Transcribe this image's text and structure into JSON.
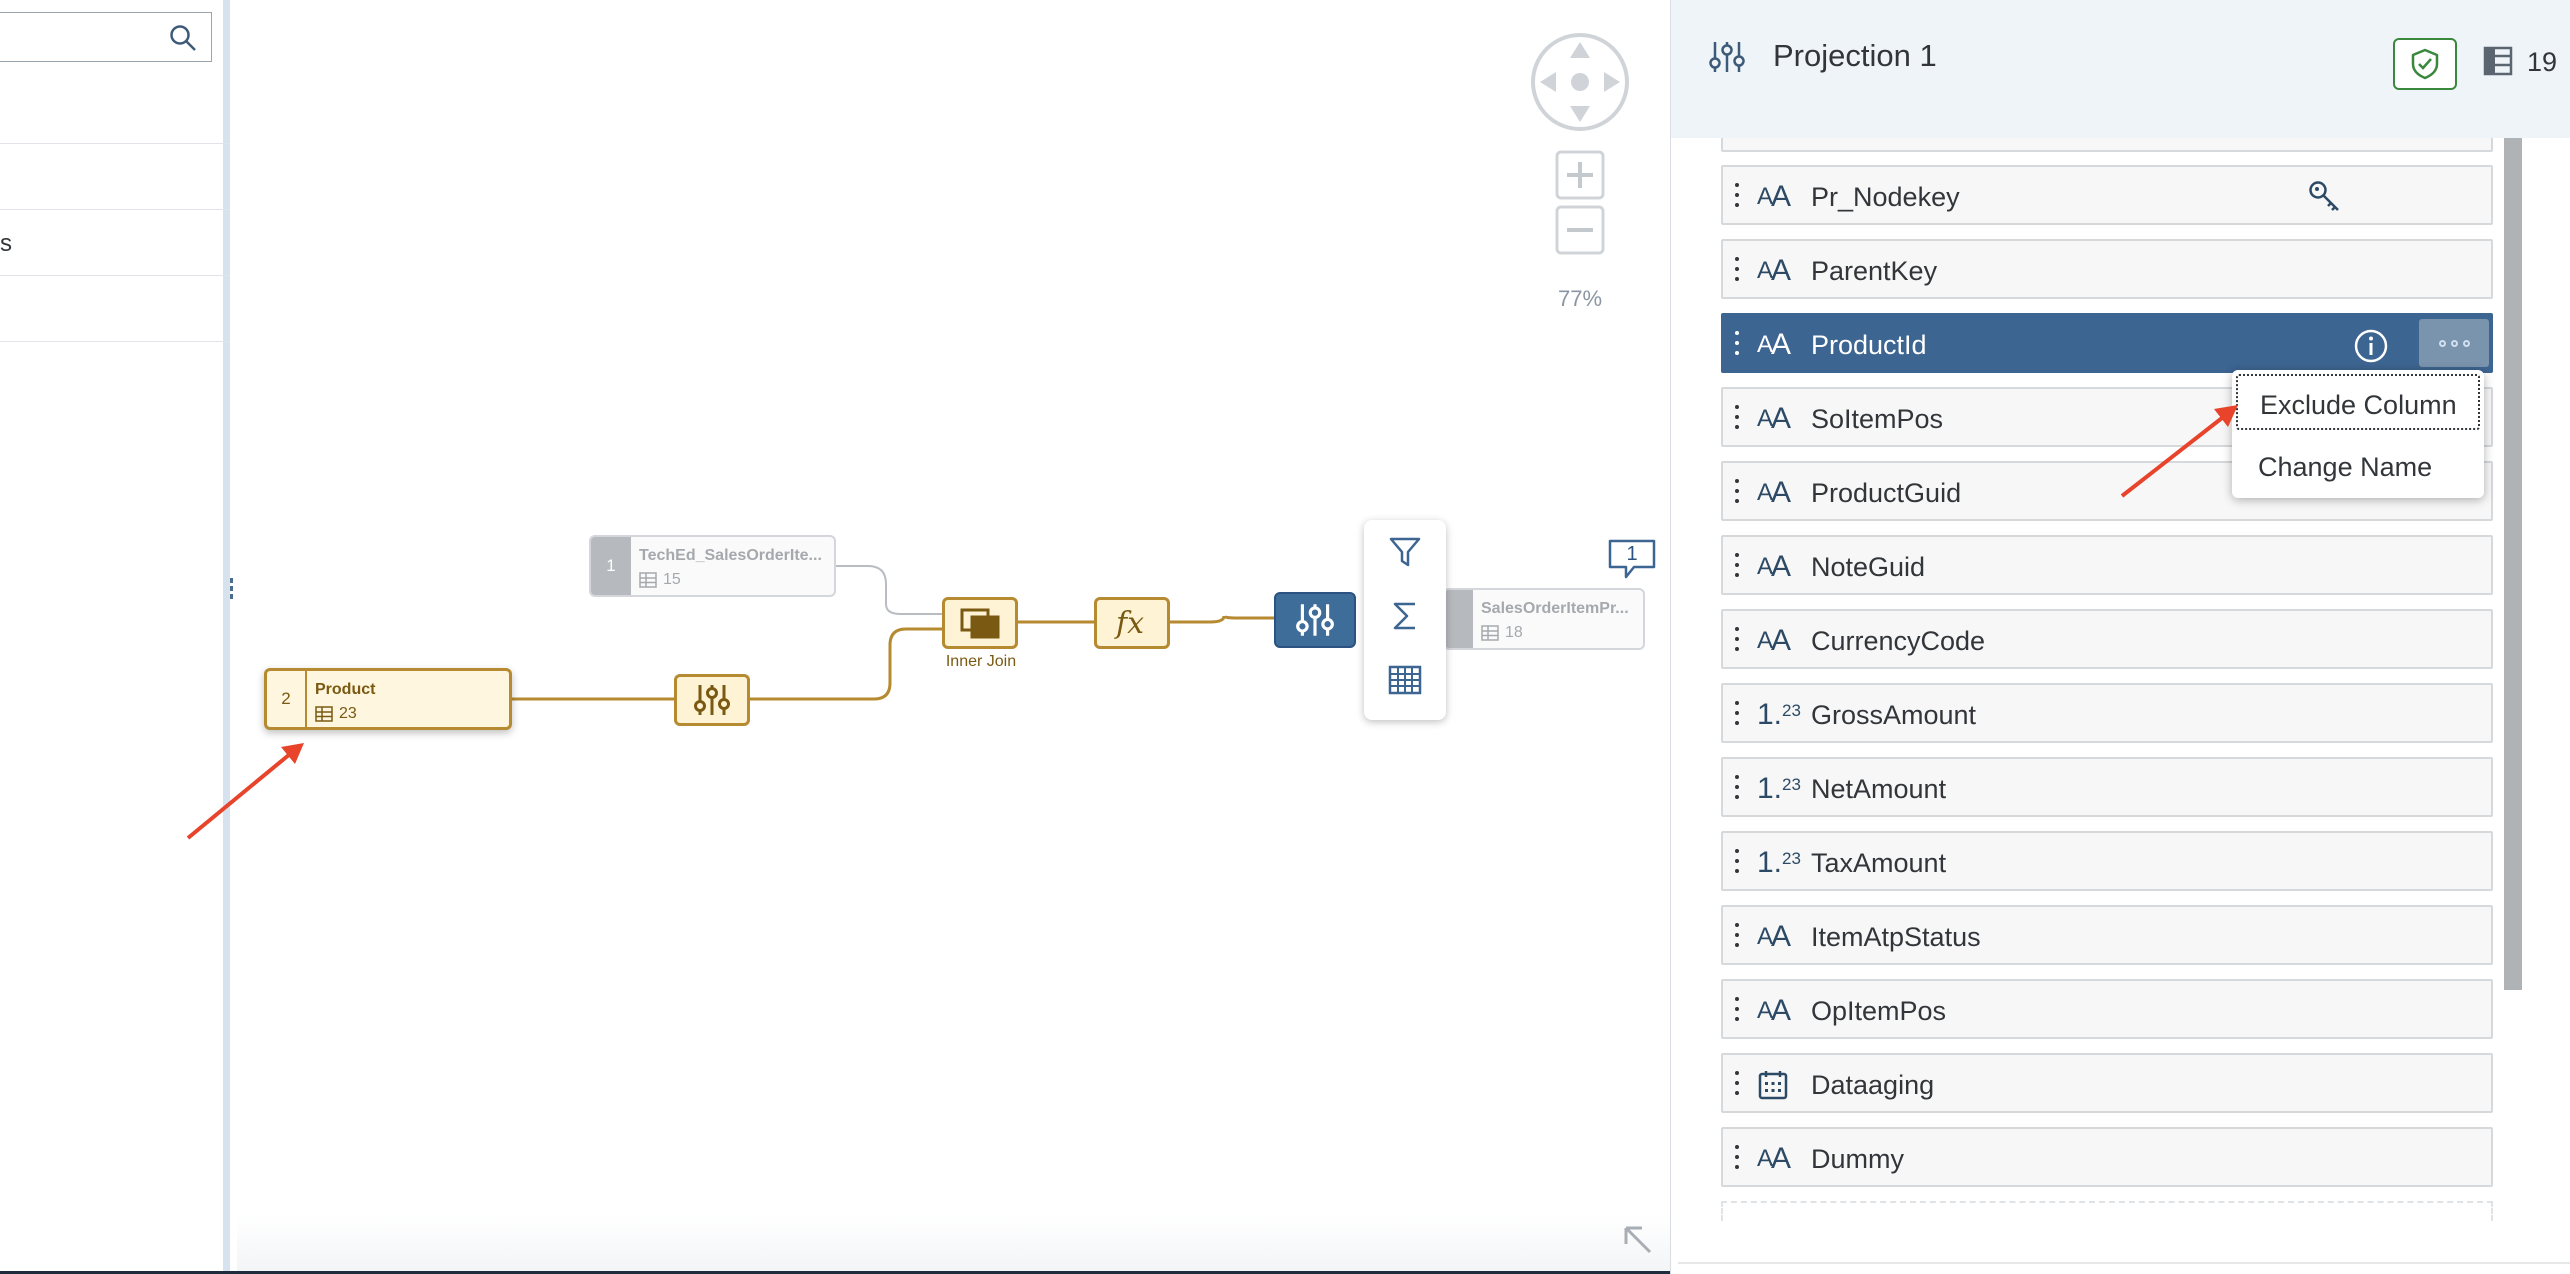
{
  "left_panel": {
    "rows": [
      "",
      "",
      "s",
      ""
    ]
  },
  "canvas": {
    "zoom_level": "77%",
    "nodes": {
      "teched": {
        "index": "1",
        "title": "TechEd_SalesOrderIte...",
        "count": "15"
      },
      "product": {
        "index": "2",
        "title": "Product",
        "count": "23"
      },
      "sales": {
        "index": "",
        "title": "SalesOrderItemPr...",
        "count": "18"
      }
    },
    "join_label": "Inner Join",
    "comment_count": "1"
  },
  "right_panel": {
    "title": "Projection 1",
    "column_count": "19",
    "columns": [
      {
        "name": "Pr_Nodekey",
        "type": "string",
        "key": true
      },
      {
        "name": "ParentKey",
        "type": "string"
      },
      {
        "name": "ProductId",
        "type": "string",
        "selected": true
      },
      {
        "name": "SoItemPos",
        "type": "string"
      },
      {
        "name": "ProductGuid",
        "type": "string"
      },
      {
        "name": "NoteGuid",
        "type": "string"
      },
      {
        "name": "CurrencyCode",
        "type": "string"
      },
      {
        "name": "GrossAmount",
        "type": "number"
      },
      {
        "name": "NetAmount",
        "type": "number"
      },
      {
        "name": "TaxAmount",
        "type": "number"
      },
      {
        "name": "ItemAtpStatus",
        "type": "string"
      },
      {
        "name": "OpItemPos",
        "type": "string"
      },
      {
        "name": "Dataaging",
        "type": "date"
      },
      {
        "name": "Dummy",
        "type": "string"
      }
    ],
    "context_menu": {
      "exclude_label": "Exclude Column",
      "rename_label": "Change Name"
    }
  },
  "colors": {
    "node_gold": "#b68a30",
    "selected_row": "#3d6591",
    "annotation_arrow": "#e8432b"
  }
}
